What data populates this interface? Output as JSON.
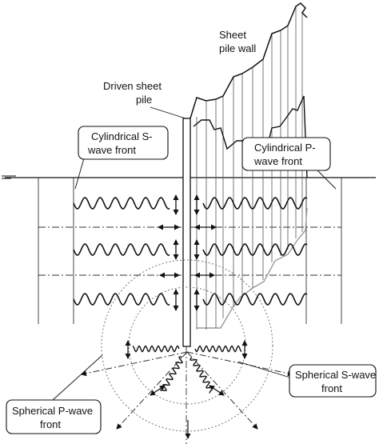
{
  "labels": {
    "sheet_pile_wall_line1": "Sheet",
    "sheet_pile_wall_line2": "pile wall",
    "driven_sheet_pile_line1": "Driven sheet",
    "driven_sheet_pile_line2": "pile",
    "cyl_s_line1": "Cylindrical S-",
    "cyl_s_line2": "wave front",
    "cyl_p_line1": "Cylindrical P-",
    "cyl_p_line2": "wave front",
    "sph_s_line1": "Spherical S-wave",
    "sph_s_line2": "front",
    "sph_p_line1": "Spherical P-wave",
    "sph_p_line2": "front"
  },
  "colors": {
    "ink": "#111111",
    "wall_shadow": "#9a9a9a",
    "dotted_circle": "#777777"
  }
}
